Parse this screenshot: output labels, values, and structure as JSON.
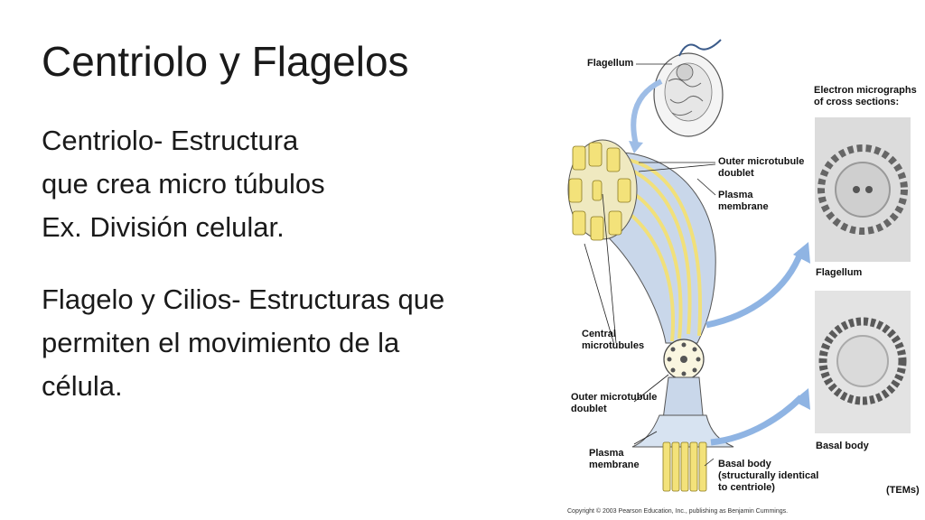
{
  "slide": {
    "title": "Centriolo y Flagelos",
    "paragraph1": [
      "Centriolo- Estructura",
      "que crea micro túbulos",
      "Ex. División celular."
    ],
    "paragraph2": [
      "Flagelo y Cilios- Estructuras que",
      "permiten el movimiento de la",
      "célula."
    ]
  },
  "figure": {
    "labels": {
      "flagellum_top": "Flagellum",
      "em_title": [
        "Electron micrographs",
        "of cross sections:"
      ],
      "outer_doublet_1": [
        "Outer microtubule",
        "doublet"
      ],
      "plasma_membrane_1": [
        "Plasma",
        "membrane"
      ],
      "flagellum_em": "Flagellum",
      "central_microtubules": [
        "Central",
        "microtubules"
      ],
      "outer_doublet_2": [
        "Outer microtubule",
        "doublet"
      ],
      "basal_body_em": "Basal body",
      "plasma_membrane_2": [
        "Plasma",
        "membrane"
      ],
      "basal_body_desc": [
        "Basal body",
        "(structurally identical",
        "to centriole)"
      ],
      "tems": "(TEMs)"
    },
    "copyright": "Copyright © 2003 Pearson Education, Inc., publishing as Benjamin Cummings."
  },
  "colors": {
    "text": "#1a1a1a",
    "microtubule_yellow": "#f3e27a",
    "flagellum_blue": "#bfcfe6",
    "arrow_blue": "#8fb4e3",
    "em_gray": "#9a9a9a"
  }
}
